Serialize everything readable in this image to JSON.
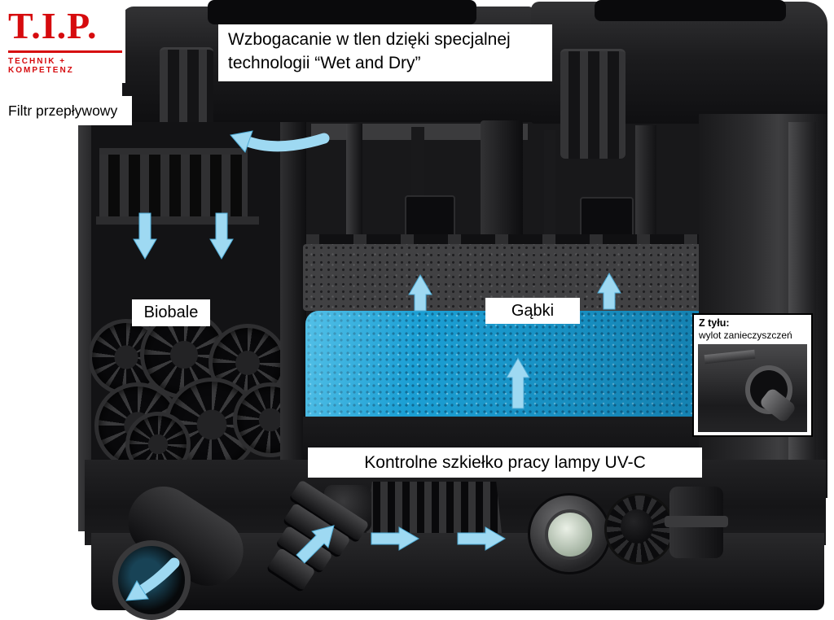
{
  "logo": {
    "brand": "T.I.P.",
    "tagline": "TECHNIK + KOMPETENZ"
  },
  "annotations": {
    "filter_type": "Filtr przepływowy",
    "oxygen": "Wzbogacanie w tlen dzięki specjalnej technologii “Wet and Dry”",
    "biobale": "Biobale",
    "sponges": "Gąbki",
    "rear_title": "Z tyłu:",
    "rear_text": "wylot zanieczyszczeń",
    "uvc": "Kontrolne szkiełko pracy lampy UV-C"
  },
  "colors": {
    "arrow": "#9ed9f2",
    "arrow_edge": "#4facd6",
    "brand_red": "#d60b0e",
    "sponge_blue": "#1b9fd4",
    "body_dark": "#18181a"
  }
}
